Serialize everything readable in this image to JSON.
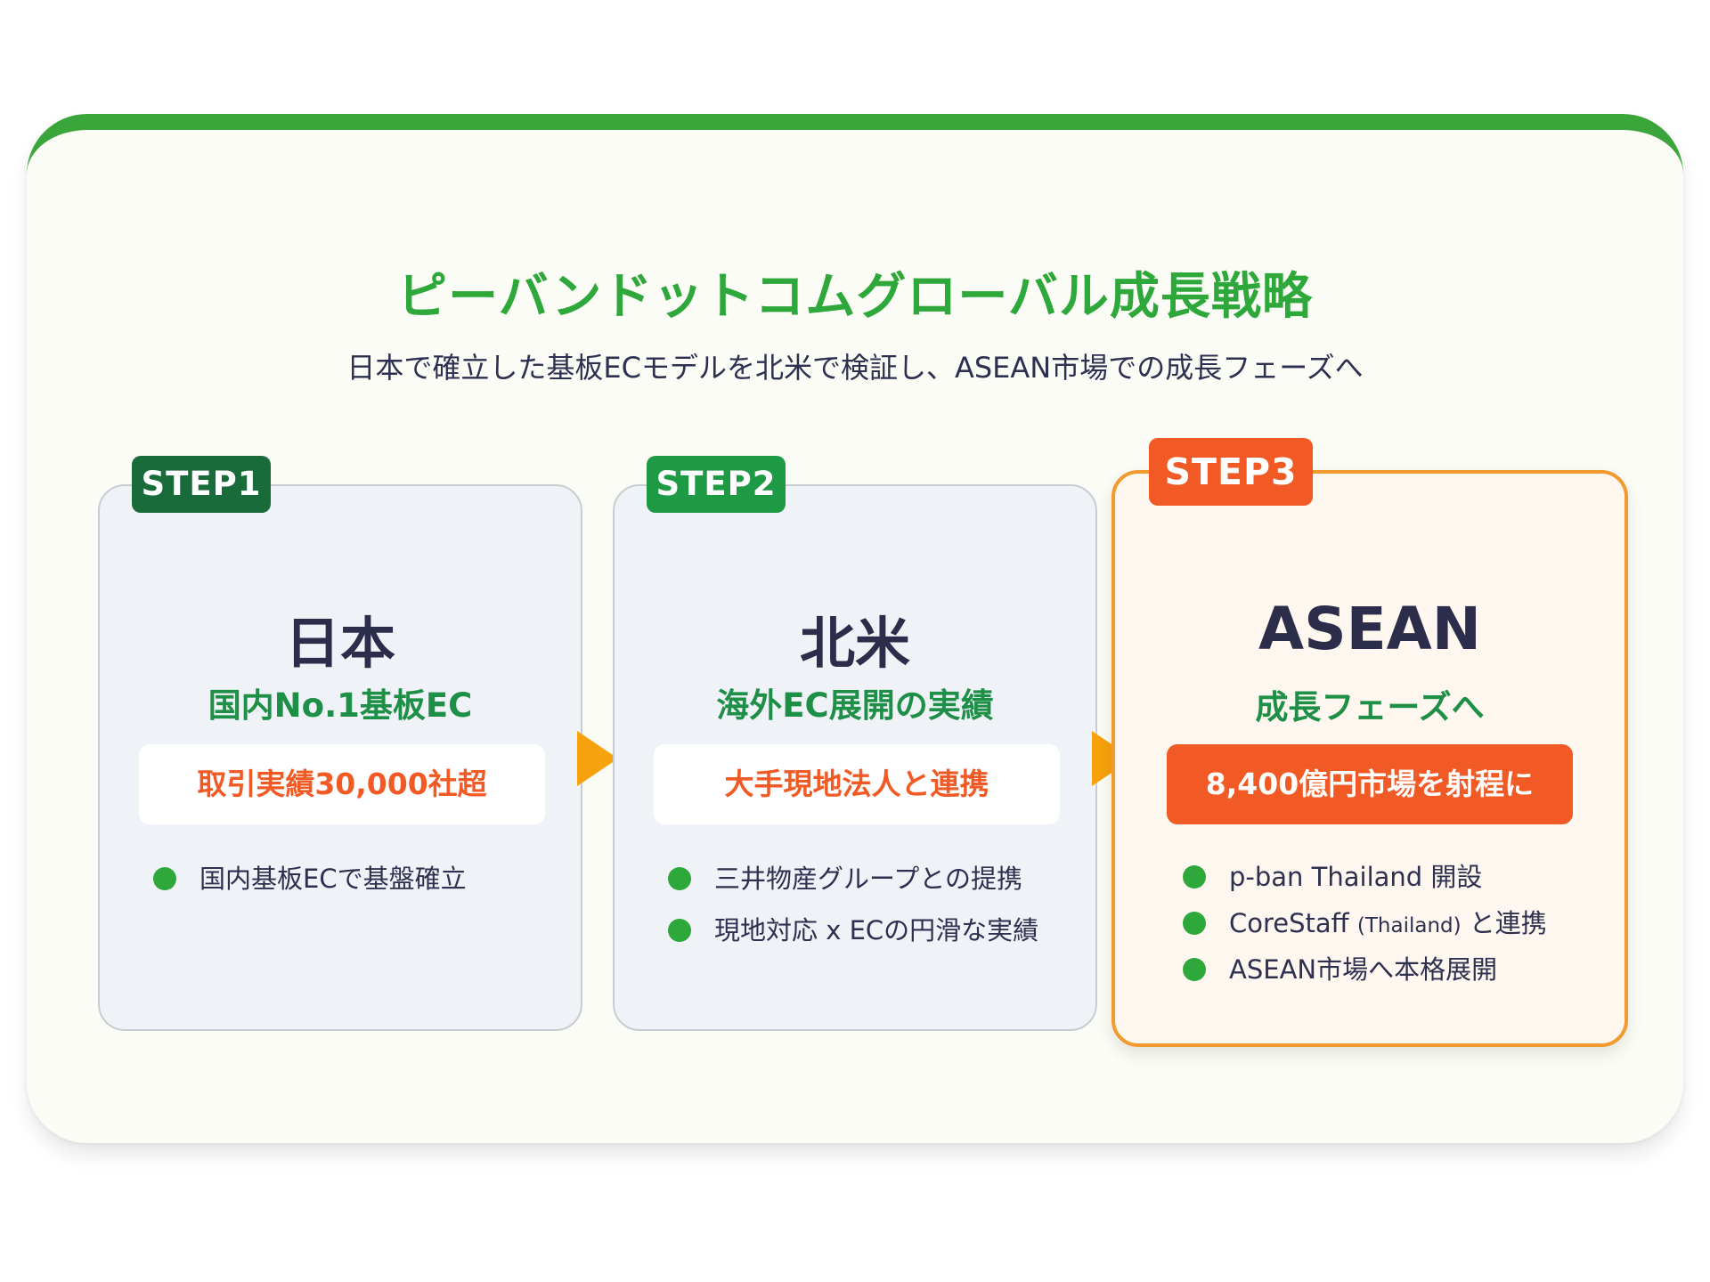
{
  "header": {
    "title": "ピーバンドットコムグローバル成長戦略",
    "subtitle": "日本で確立した基板ECモデルを北米で検証し、ASEAN市場での成長フェーズへ"
  },
  "steps": [
    {
      "badge": "STEP1",
      "region": "日本",
      "tagline": "国内No.1基板EC",
      "highlight": "取引実績30,000社超",
      "bullets": [
        "国内基板ECで基盤確立"
      ]
    },
    {
      "badge": "STEP2",
      "region": "北米",
      "tagline": "海外EC展開の実績",
      "highlight": "大手現地法人と連携",
      "bullets": [
        "三井物産グループとの提携",
        "現地対応 x ECの円滑な実績"
      ]
    },
    {
      "badge": "STEP3",
      "region": "ASEAN",
      "tagline": "成長フェーズへ",
      "highlight": "8,400億円市場を射程に",
      "bullets": [
        {
          "main": "p-ban Thailand 開設"
        },
        {
          "pre": "CoreStaff ",
          "small": "(Thailand)",
          "post": " と連携"
        },
        {
          "main": "ASEAN市場へ本格展開"
        }
      ]
    }
  ],
  "colors": {
    "green": "#2ea83a",
    "dark_green": "#1a6b3a",
    "orange": "#f15a24",
    "arrow": "#f7a20c",
    "navy": "#2b2d4a"
  },
  "icons": [
    "bullet-dot-icon",
    "arrow-right-icon"
  ]
}
